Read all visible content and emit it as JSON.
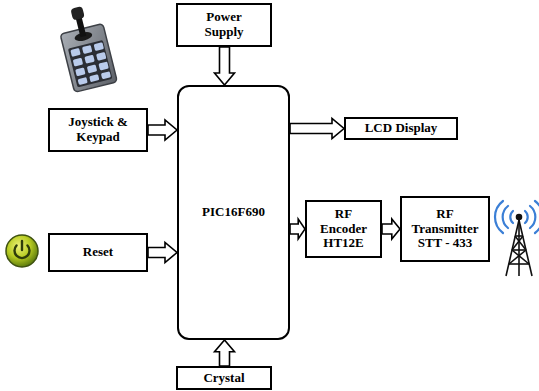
{
  "diagram": {
    "nodes": [
      {
        "text": [
          "Power Supply"
        ]
      },
      {
        "text": [
          "Joystick & Keypad"
        ]
      },
      {
        "text": [
          "PIC16F690"
        ]
      },
      {
        "text": [
          "LCD Display"
        ]
      },
      {
        "text": [
          "Reset"
        ]
      },
      {
        "text": [
          "RF Encoder HT12E"
        ]
      },
      {
        "text": [
          "RF Transmitter STT - 433"
        ]
      },
      {
        "text": [
          "Crystal"
        ]
      }
    ],
    "edges": [
      {
        "from": 0,
        "to": 2,
        "arrow": "to"
      },
      {
        "from": 1,
        "to": 2,
        "arrow": "to"
      },
      {
        "from": 2,
        "to": 3,
        "arrow": "to"
      },
      {
        "from": 4,
        "to": 2,
        "arrow": "to"
      },
      {
        "from": 2,
        "to": 5,
        "arrow": "to"
      },
      {
        "from": 5,
        "to": 6,
        "arrow": "to"
      },
      {
        "from": 7,
        "to": 2,
        "arrow": "to"
      }
    ]
  }
}
